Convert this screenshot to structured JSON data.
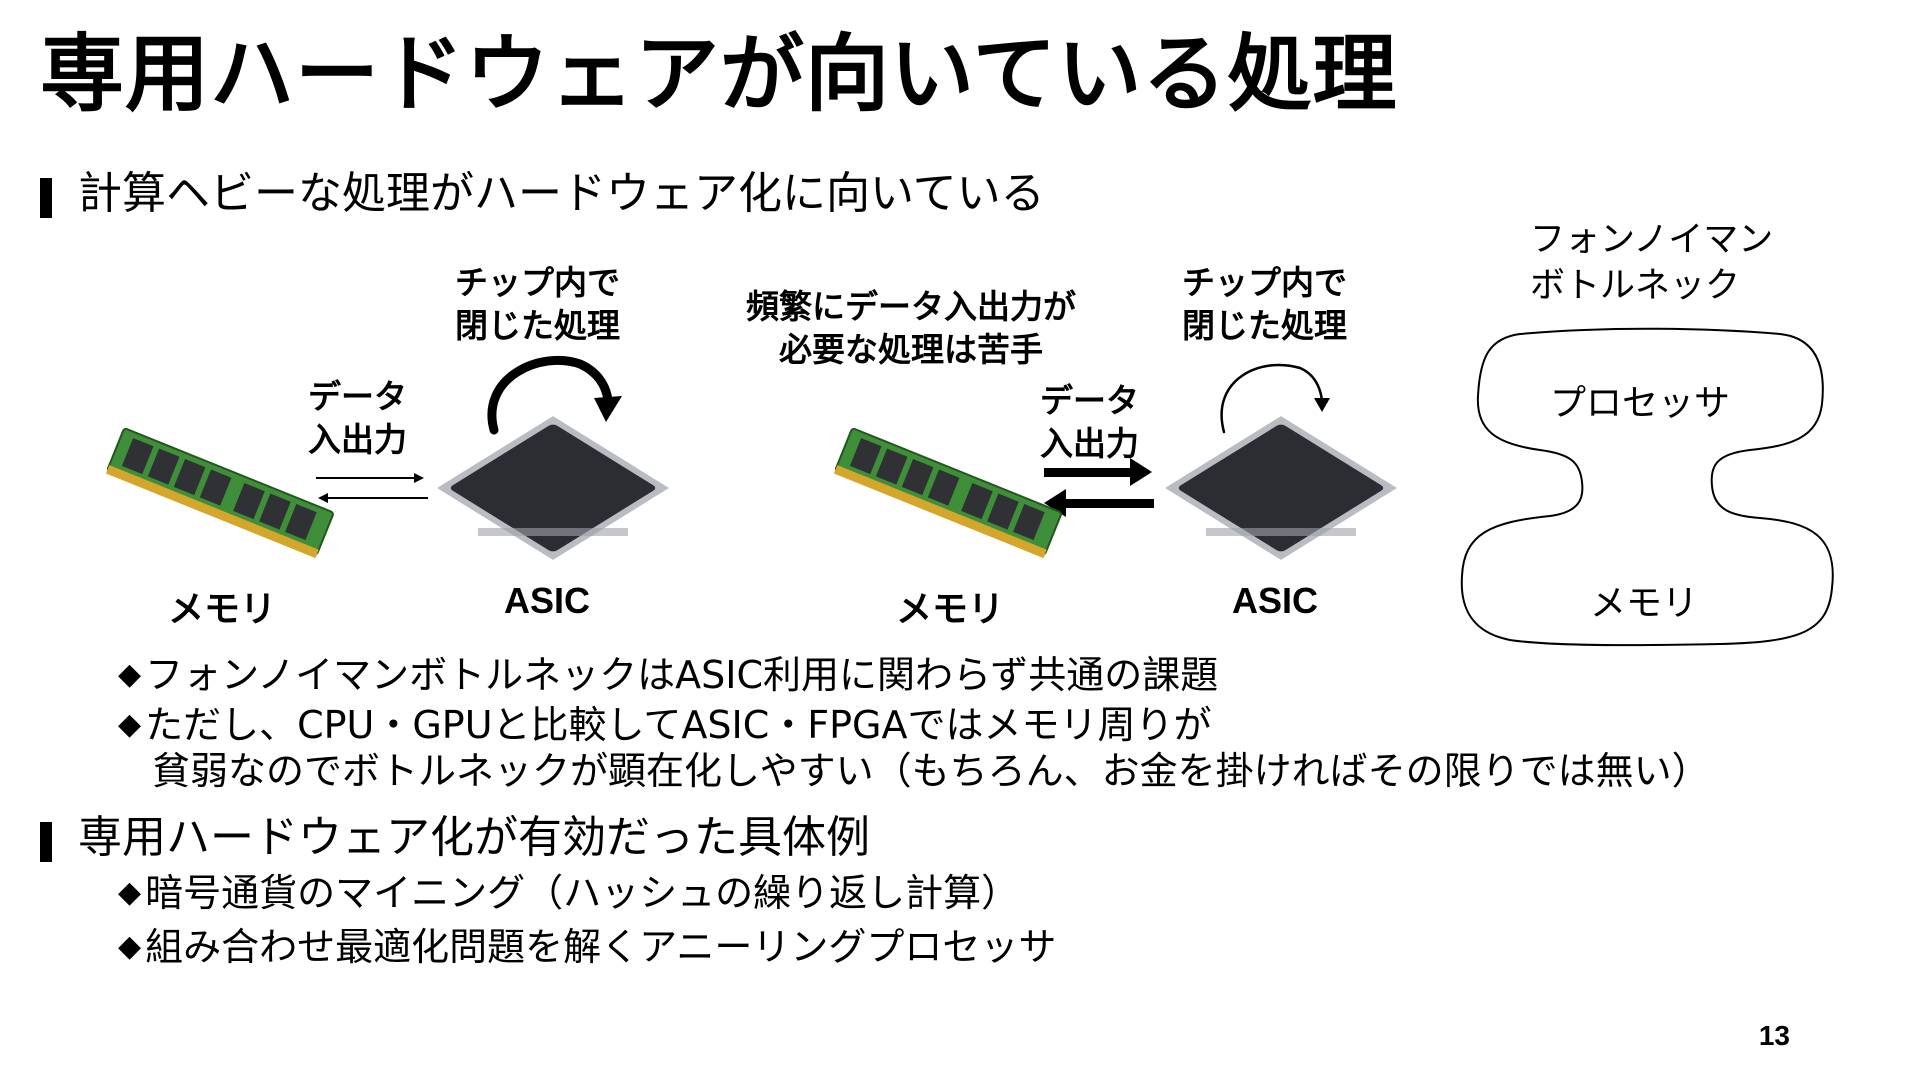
{
  "title": "専用ハードウェアが向いている処理",
  "section1": {
    "heading": "計算ヘビーな処理がハードウェア化に向いている",
    "diagram_left": {
      "chip_label": "チップ内で\n閉じた処理",
      "io_label": "データ\n入出力",
      "memory_label": "メモリ",
      "asic_label": "ASIC"
    },
    "diagram_right": {
      "problem_label": "頻繁にデータ入出力が\n必要な処理は苦手",
      "chip_label": "チップ内で\n閉じた処理",
      "io_label": "データ\n入出力",
      "memory_label": "メモリ",
      "asic_label": "ASIC"
    },
    "neumann": {
      "title": "フォンノイマン\nボトルネック",
      "processor_label": "プロセッサ",
      "memory_label": "メモリ"
    },
    "bullets": [
      "フォンノイマンボトルネックはASIC利用に関わらず共通の課題",
      "ただし、CPU・GPUと比較してASIC・FPGAではメモリ周りが",
      "貧弱なのでボトルネックが顕在化しやすい（もちろん、お金を掛ければその限りでは無い）"
    ]
  },
  "section2": {
    "heading": "専用ハードウェア化が有効だった具体例",
    "bullets": [
      "暗号通貨のマイニング（ハッシュの繰り返し計算）",
      "組み合わせ最適化問題を解くアニーリングプロセッサ"
    ]
  },
  "page_number": "13",
  "colors": {
    "chip_body": "#2b2d33",
    "chip_pins": "#b9bcc2",
    "ram_pcb": "#3f8f3a",
    "ram_chip": "#2f3134",
    "ram_contacts": "#d4a72c"
  }
}
